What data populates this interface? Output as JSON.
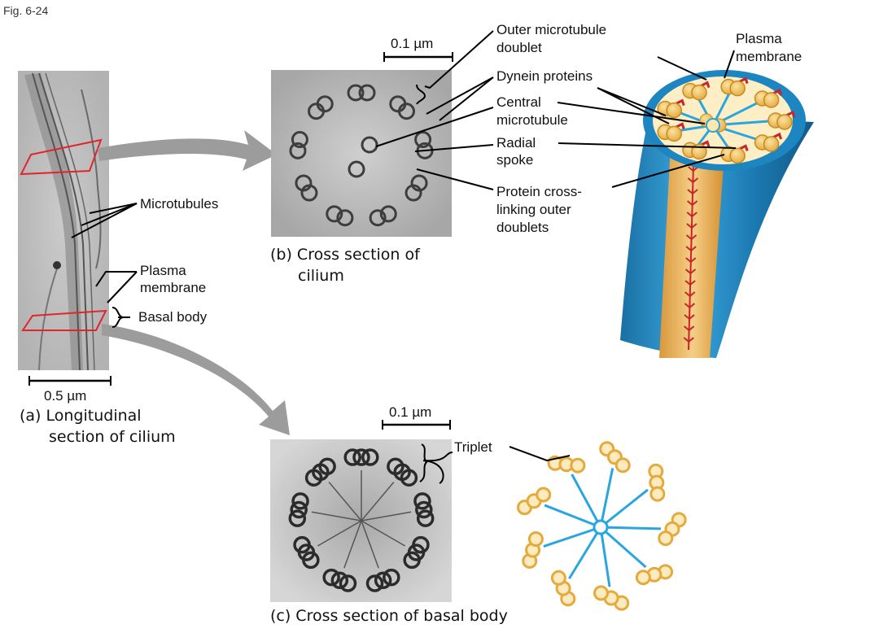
{
  "figure_label": "Fig. 6-24",
  "panel_a": {
    "caption_line1": "(a) Longitudinal",
    "caption_line2": "section of cilium",
    "scale": "0.5 µm",
    "labels": {
      "microtubules": "Microtubules",
      "plasma_membrane_1": "Plasma",
      "plasma_membrane_2": "membrane",
      "basal_body": "Basal body"
    }
  },
  "panel_b": {
    "caption_line1": "(b) Cross section of",
    "caption_line2": "cilium",
    "scale": "0.1 µm",
    "labels": {
      "outer_doublet_1": "Outer microtubule",
      "outer_doublet_2": "doublet",
      "dynein": "Dynein proteins",
      "central_1": "Central",
      "central_2": "microtubule",
      "radial_1": "Radial",
      "radial_2": "spoke",
      "cross_1": "Protein cross-",
      "cross_2": "linking outer",
      "cross_3": "doublets",
      "plasma_1": "Plasma",
      "plasma_2": "membrane"
    }
  },
  "panel_c": {
    "caption": "(c) Cross section of basal body",
    "scale": "0.1 µm",
    "labels": {
      "triplet": "Triplet"
    }
  },
  "colors": {
    "tubule_fill": "#f2c46b",
    "tubule_stroke": "#c98a1c",
    "spoke": "#2aa6df",
    "dynein": "#c8242a",
    "sheath": "#1f7fb8",
    "em_gray": "#b9b9b9",
    "pointer": "#000000",
    "arrow": "#9c9c9c",
    "section_box": "#e0262b"
  }
}
